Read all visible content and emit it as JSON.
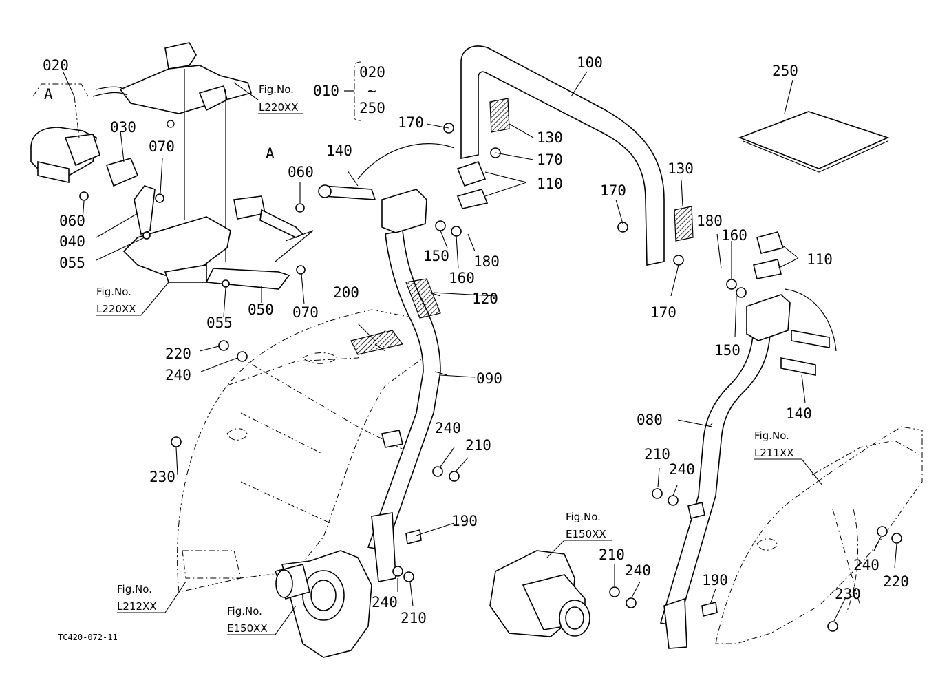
{
  "labels": {
    "l010": "010",
    "l020_top": "020",
    "l020_range": "020",
    "l250_range": "250",
    "tilde": "~",
    "l030": "030",
    "l040": "040",
    "l050": "050",
    "l055_a": "055",
    "l055_b": "055",
    "l060_a": "060",
    "l060_b": "060",
    "l070_a": "070",
    "l070_b": "070",
    "l080": "080",
    "l090": "090",
    "l100": "100",
    "l110_a": "110",
    "l110_b": "110",
    "l120": "120",
    "l130_a": "130",
    "l130_b": "130",
    "l140_a": "140",
    "l140_b": "140",
    "l150_a": "150",
    "l150_b": "150",
    "l160_a": "160",
    "l160_b": "160",
    "l170_a": "170",
    "l170_b": "170",
    "l170_c": "170",
    "l170_d": "170",
    "l180_a": "180",
    "l180_b": "180",
    "l190_a": "190",
    "l190_b": "190",
    "l200": "200",
    "l210_a": "210",
    "l210_b": "210",
    "l210_c": "210",
    "l210_d": "210",
    "l220_a": "220",
    "l220_b": "220",
    "l230_a": "230",
    "l230_b": "230",
    "l240_a": "240",
    "l240_b": "240",
    "l240_c": "240",
    "l240_d": "240",
    "l240_e": "240",
    "l250": "250",
    "view_a_1": "A",
    "view_a_2": "A"
  },
  "references": {
    "fig_prefix": "Fig.No.",
    "ref_l220_top": "L220XX",
    "ref_l220_left": "L220XX",
    "ref_l212": "L212XX",
    "ref_e150_left": "E150XX",
    "ref_e150_right": "E150XX",
    "ref_l211": "L211XX"
  },
  "drawing_code": "TC420-072-11"
}
